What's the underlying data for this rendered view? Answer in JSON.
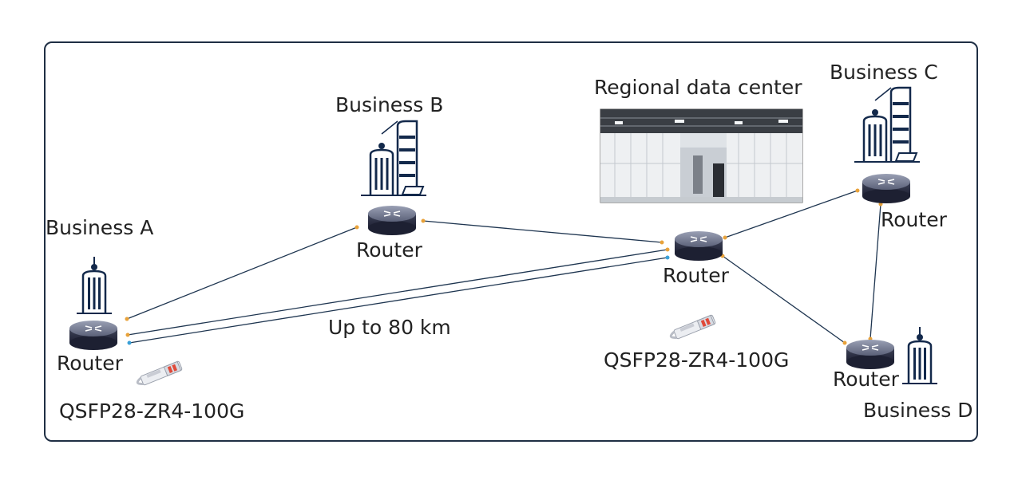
{
  "labels": {
    "business_a": "Business A",
    "business_b": "Business B",
    "business_c": "Business C",
    "business_d": "Business D",
    "datacenter": "Regional data center",
    "router": "Router",
    "distance": "Up to 80 km",
    "transceiver": "QSFP28-ZR4-100G"
  },
  "colors": {
    "frame": "#1f2f44",
    "link": "#1e3550",
    "building": "#13294b",
    "endpoint_orange": "#e8a23a",
    "endpoint_blue": "#3aa0d8"
  },
  "icons": [
    "building-icon",
    "router-icon",
    "transceiver-icon",
    "datacenter-photo"
  ]
}
